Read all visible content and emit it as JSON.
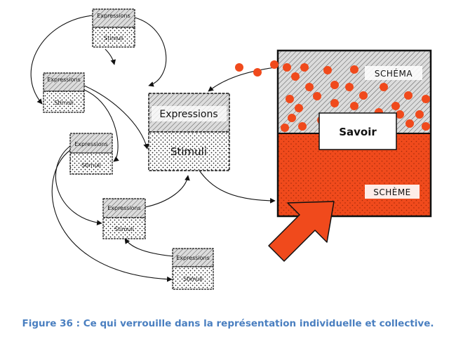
{
  "units": [
    {
      "expressions": "Expressions",
      "stimuli": "Stimuli"
    },
    {
      "expressions": "Expressions",
      "stimuli": "Stimuli"
    },
    {
      "expressions": "Expressions",
      "stimuli": "Stimuli"
    },
    {
      "expressions": "Expressions",
      "stimuli": "Stimuli"
    },
    {
      "expressions": "Expressions",
      "stimuli": "Stimuli"
    },
    {
      "expressions": "Expressions",
      "stimuli": "Stimuli"
    }
  ],
  "box": {
    "schema_label": "SCHÉMA",
    "scheme_label": "SCHÈME",
    "savoir_label": "Savoir"
  },
  "colors": {
    "red": "#f04a1c",
    "hatch_bg": "#d9d9d9",
    "caption": "#4a7fc0"
  },
  "caption": "Figure 36 : Ce qui verrouille dans la représentation individuelle et collective."
}
